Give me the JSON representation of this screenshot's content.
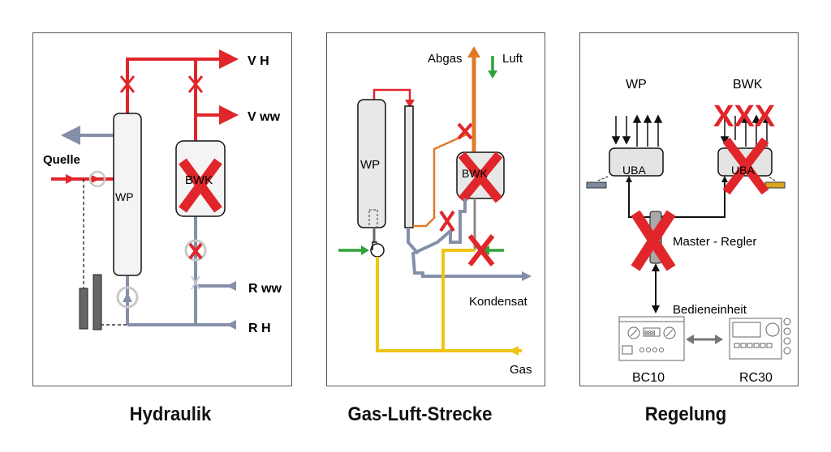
{
  "colors": {
    "supply_red": "#e0262b",
    "return_blue": "#8590a8",
    "flue_orange": "#e07a26",
    "air_green": "#2ea43a",
    "gas_yellow": "#f0c414",
    "device_fill": "#ececec",
    "disabled_x": "#e0262b"
  },
  "panels": [
    {
      "id": "hydraulik",
      "caption": "Hydraulik",
      "labels": {
        "vh": "V H",
        "vww": "V ww",
        "quelle": "Quelle",
        "wp": "WP",
        "bwk": "BWK",
        "rww": "R ww",
        "rh": "R H"
      }
    },
    {
      "id": "gas-luft-strecke",
      "caption": "Gas-Luft-Strecke",
      "labels": {
        "abgas": "Abgas",
        "luft": "Luft",
        "wp": "WP",
        "bwk": "BWK",
        "kondensat": "Kondensat",
        "gas": "Gas"
      }
    },
    {
      "id": "regelung",
      "caption": "Regelung",
      "labels": {
        "wp": "WP",
        "bwk": "BWK",
        "uba_wp": "UBA",
        "uba_bwk": "UBA",
        "master": "Master - Regler",
        "bedien": "Bedieneinheit",
        "bc10": "BC10",
        "rc30": "RC30",
        "bc10_display": "888"
      }
    }
  ]
}
